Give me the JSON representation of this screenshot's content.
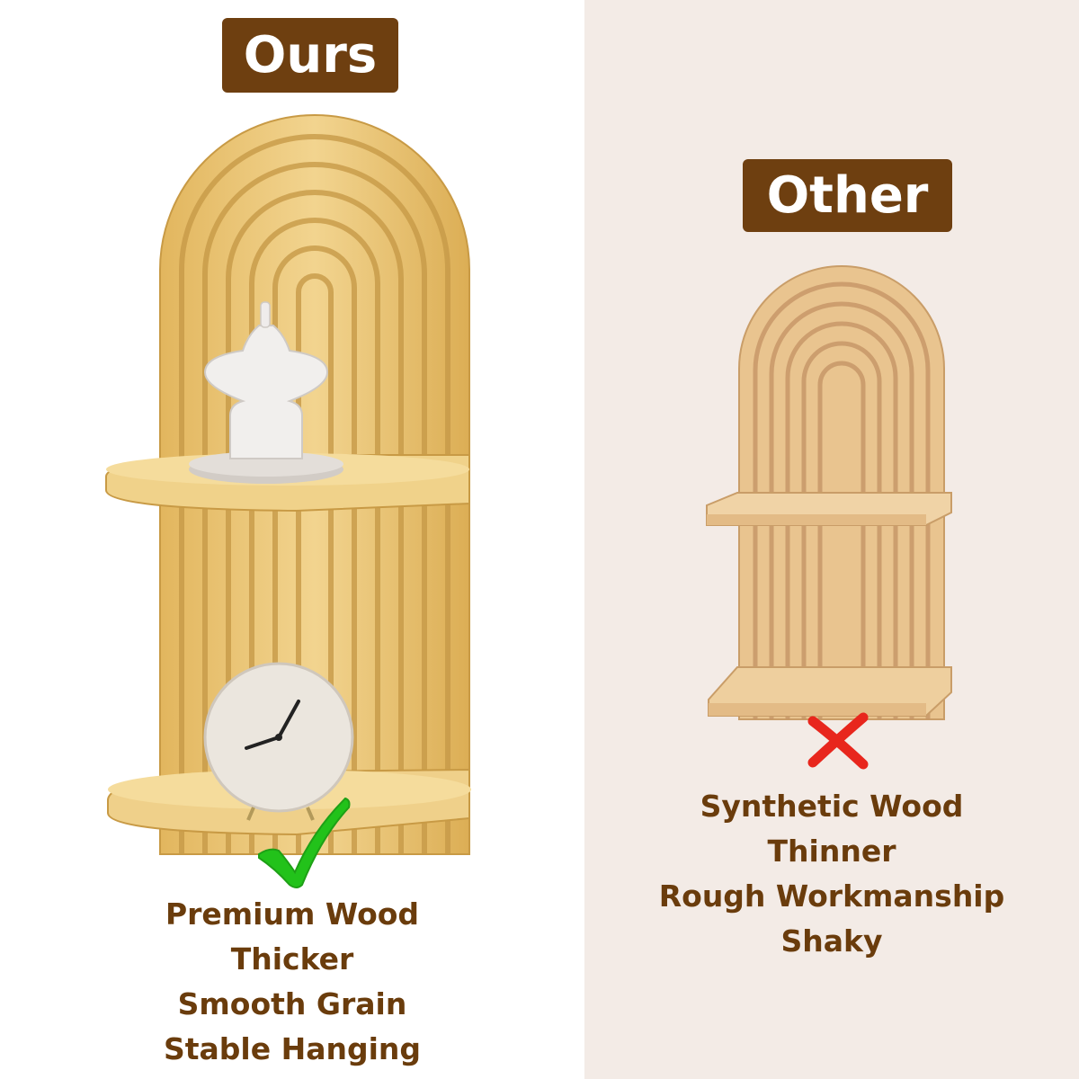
{
  "ours": {
    "badge": "Ours",
    "features": [
      "Premium Wood",
      "Thicker",
      "Smooth Grain",
      "Stable Hanging"
    ],
    "verdict_icon": "check-mark-icon",
    "verdict_color": "#22c21a"
  },
  "other": {
    "badge": "Other",
    "features": [
      "Synthetic Wood",
      "Thinner",
      "Rough Workmanship",
      "Shaky"
    ],
    "verdict_icon": "cross-mark-icon",
    "verdict_color": "#e8261d"
  },
  "colors": {
    "badge_bg": "#6e3f10",
    "text_brown": "#6a3c0c",
    "right_bg": "#f3ebe6",
    "wood_ours": "#ecc97a",
    "wood_other": "#e9c48f"
  }
}
